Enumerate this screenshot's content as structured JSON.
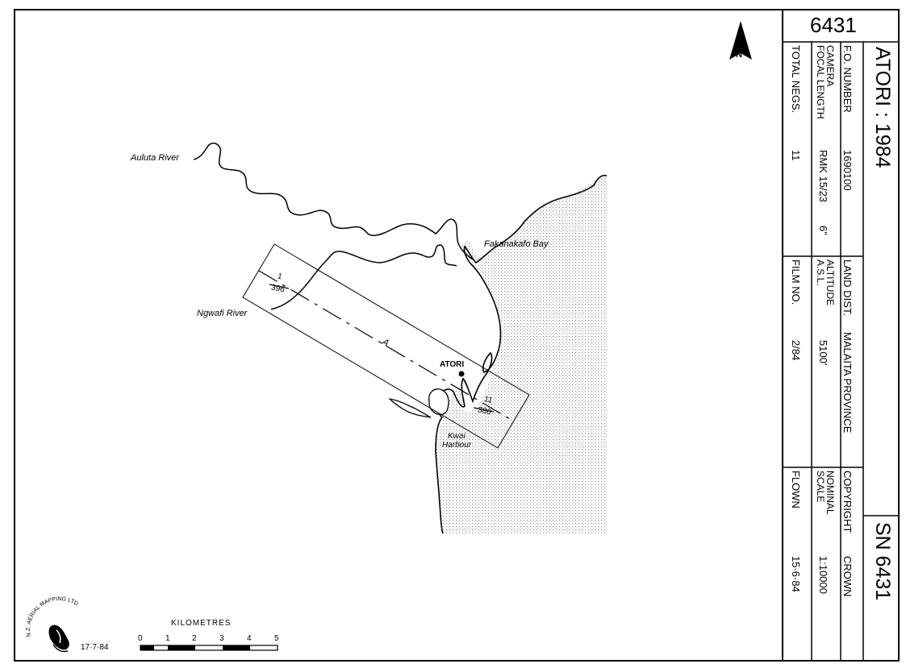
{
  "sheet": {
    "sortie_number": "6431",
    "title": "ATORI : 1984",
    "sn": "SN 6431",
    "fo_number_label": "F.O. NUMBER",
    "fo_number_value": "1690100",
    "camera_label": "CAMERA",
    "focal_length_label": "FOCAL LENGTH",
    "camera_value": "RMK 15/23",
    "focal_length_value": "6\"",
    "total_negs_label": "TOTAL NEGS.",
    "total_negs_value": "11",
    "land_dist_label": "LAND DIST.",
    "land_dist_value": "MALAITA PROVINCE",
    "altitude_label": "ALTITUDE",
    "asl_label": "A.S.L.",
    "altitude_value": "5100'",
    "film_no_label": "FILM NO.",
    "film_no_value": "2/84",
    "copyright_label": "COPYRIGHT",
    "copyright_value": "CROWN",
    "nominal_label": "NOMINAL",
    "scale_label": "SCALE",
    "scale_value": "1:10000",
    "flown_label": "FLOWN",
    "flown_value": "15·6·84"
  },
  "map": {
    "north_label": "N",
    "places": {
      "auluta_river": "Auluta River",
      "fakanakafo_bay": "Fakanakafo Bay",
      "ngwafi_river": "Ngwafi River",
      "atori": "ATORI",
      "kwai": "Kwai",
      "harbour": "Harbour"
    },
    "flight_line": {
      "label": "A",
      "start_frame": "1",
      "start_film": "396",
      "end_frame": "11",
      "end_film": "386"
    },
    "scale_bar": {
      "title": "KILOMETRES",
      "ticks": [
        "0",
        "1",
        "2",
        "3",
        "4",
        "5"
      ]
    },
    "maker": "N.Z. AERIAL MAPPING LTD",
    "date": "17·7·84"
  },
  "colors": {
    "ink": "#000000",
    "sea_stipple": "#8a8a8a",
    "paper": "#ffffff"
  }
}
